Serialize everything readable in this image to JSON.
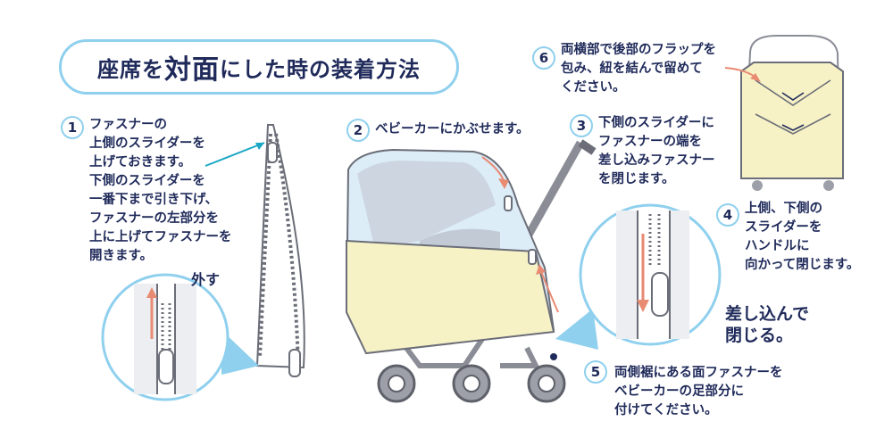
{
  "title": {
    "pre": "座席を",
    "emph1": "対",
    "emph2": "面",
    "post": "にした時の装着方法"
  },
  "steps": [
    {
      "num": "1",
      "text": "ファスナーの\n上側のスライダーを\n上げておきます。\n下側のスライダーを\n一番下まで引き下げ、\nファスナーの左部分を\n上に上げてファスナーを\n開きます。"
    },
    {
      "num": "2",
      "text": "ベビーカーにかぶせます。"
    },
    {
      "num": "3",
      "text": "下側のスライダーに\nファスナーの端を\n差し込みファスナー\nを閉じます。"
    },
    {
      "num": "4",
      "text": "上側、下側の\nスライダーを\nハンドルに\n向かって閉じます。"
    },
    {
      "num": "5",
      "text": "両側裾にある面ファスナーを\nベビーカーの足部分に\n付けてください。"
    },
    {
      "num": "6",
      "text": "両横部で後部のフラップを\n包み、紐を結んで留めて\nください。"
    }
  ],
  "labels": {
    "remove": "外す",
    "insert_close": "差し込んで\n閉じる。"
  },
  "colors": {
    "navy": "#1f2a5a",
    "accent_blue": "#8fd0ee",
    "cover_yellow": "#f7f2c6",
    "arrow_red": "#e98a73"
  }
}
